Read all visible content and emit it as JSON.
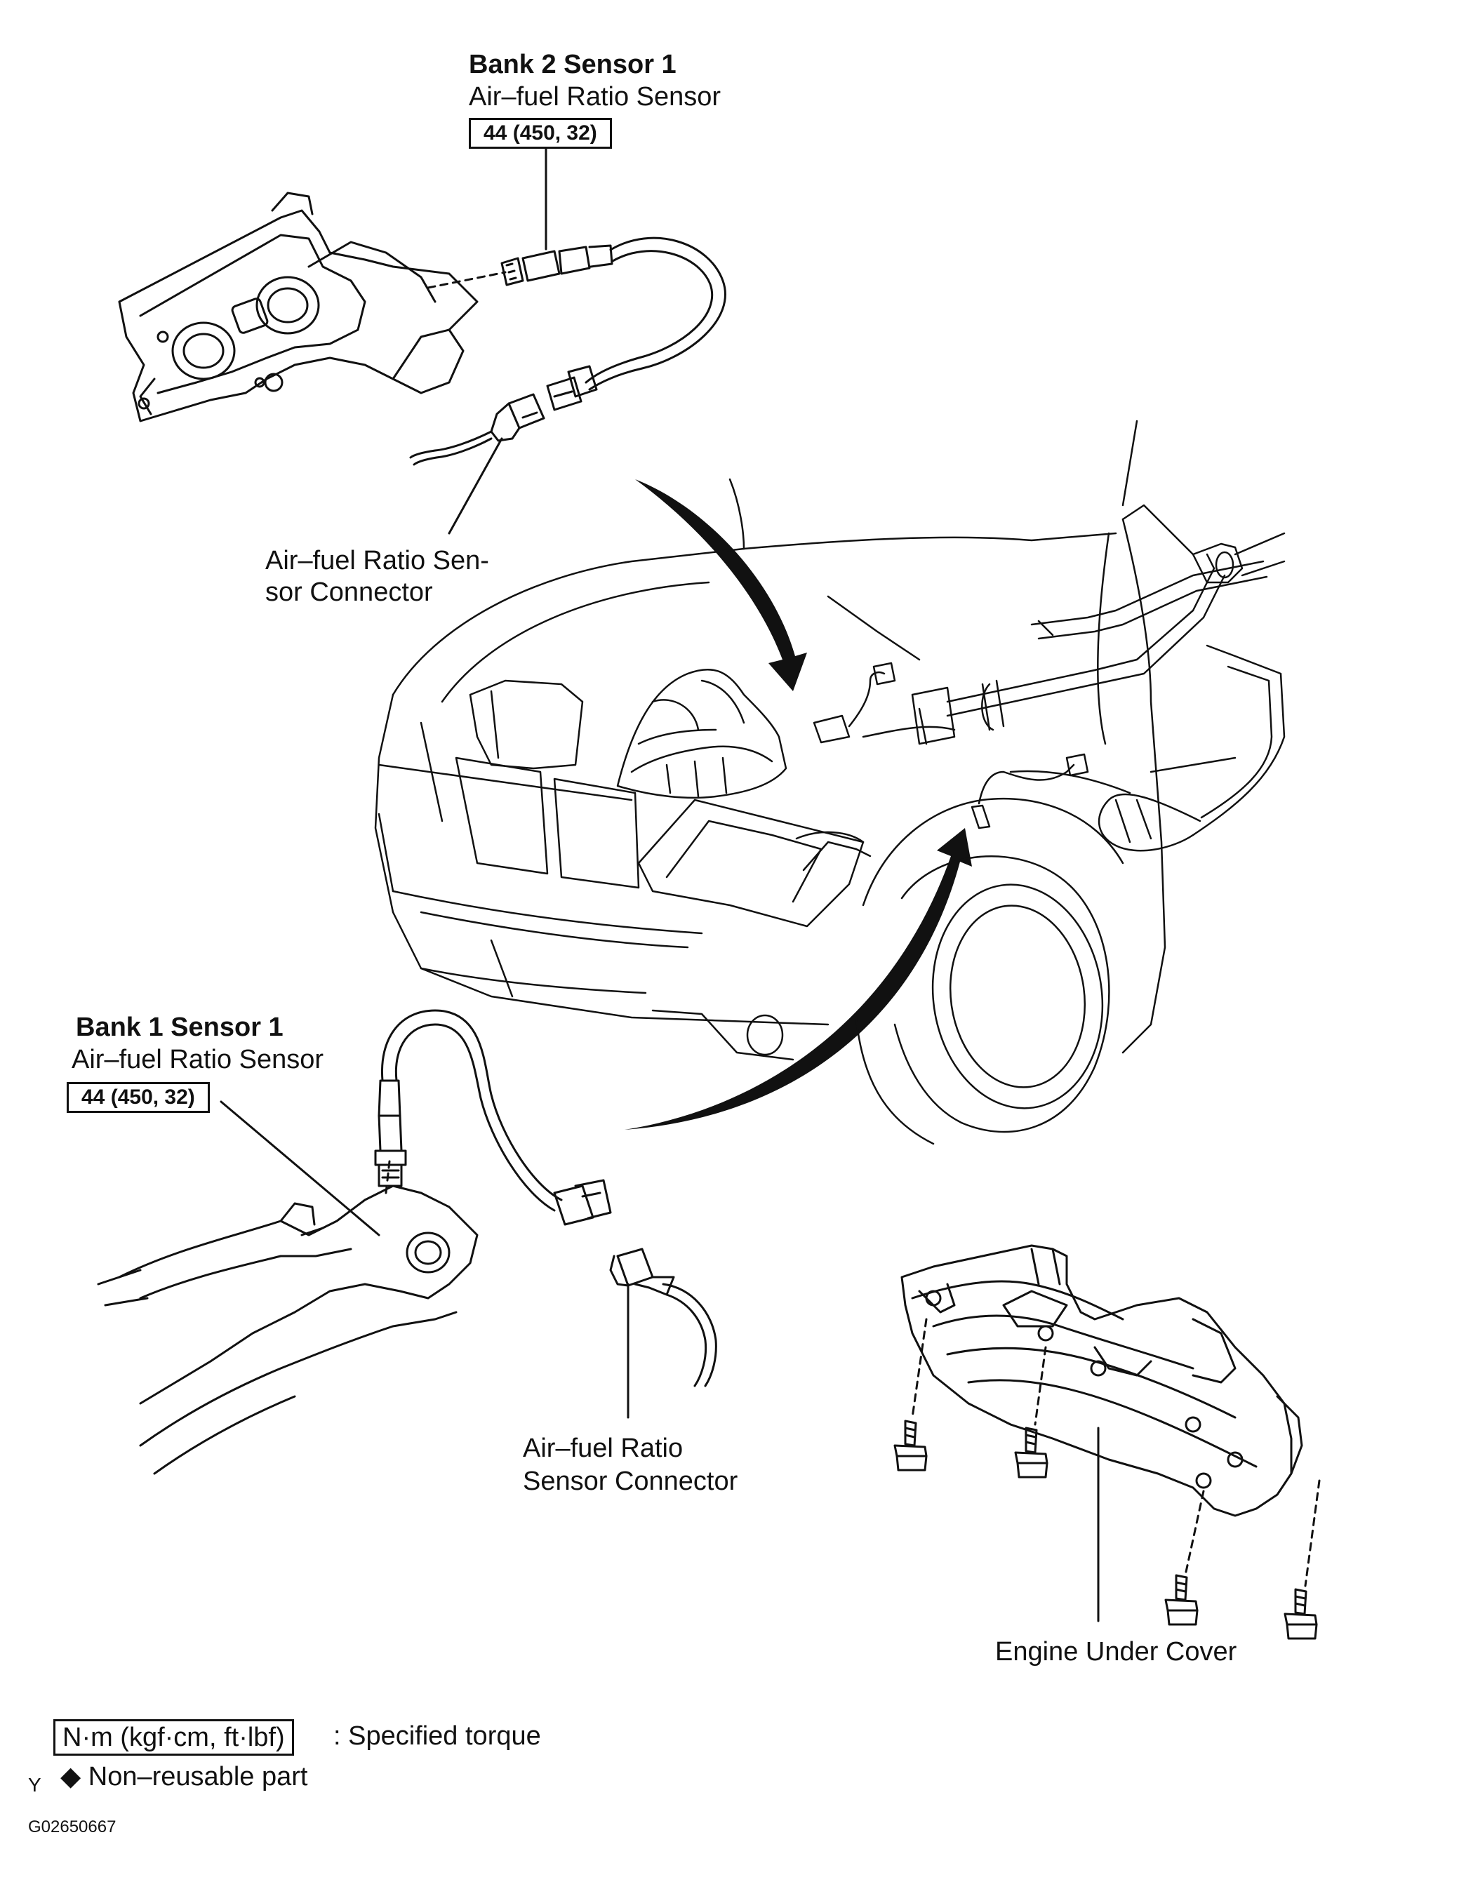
{
  "callouts": {
    "bank2": {
      "title": "Bank 2 Sensor 1",
      "subtitle": "Air–fuel Ratio Sensor",
      "torque": "44 (450, 32)"
    },
    "bank2_connector": {
      "line1": "Air–fuel Ratio Sen-",
      "line2": "sor Connector"
    },
    "bank1": {
      "title": "Bank 1 Sensor 1",
      "subtitle": "Air–fuel Ratio Sensor",
      "torque": "44 (450, 32)"
    },
    "bank1_connector": {
      "line1": "Air–fuel Ratio",
      "line2": "Sensor Connector"
    },
    "under_cover": "Engine Under Cover"
  },
  "legend": {
    "torque_units": "N·m (kgf·cm, ft·lbf)",
    "torque_desc": ": Specified torque",
    "nonreusable_marker": "Y",
    "nonreusable_desc": "◆ Non–reusable part"
  },
  "figure_code": "G02650667",
  "colors": {
    "ink": "#111111",
    "paper": "#ffffff"
  }
}
